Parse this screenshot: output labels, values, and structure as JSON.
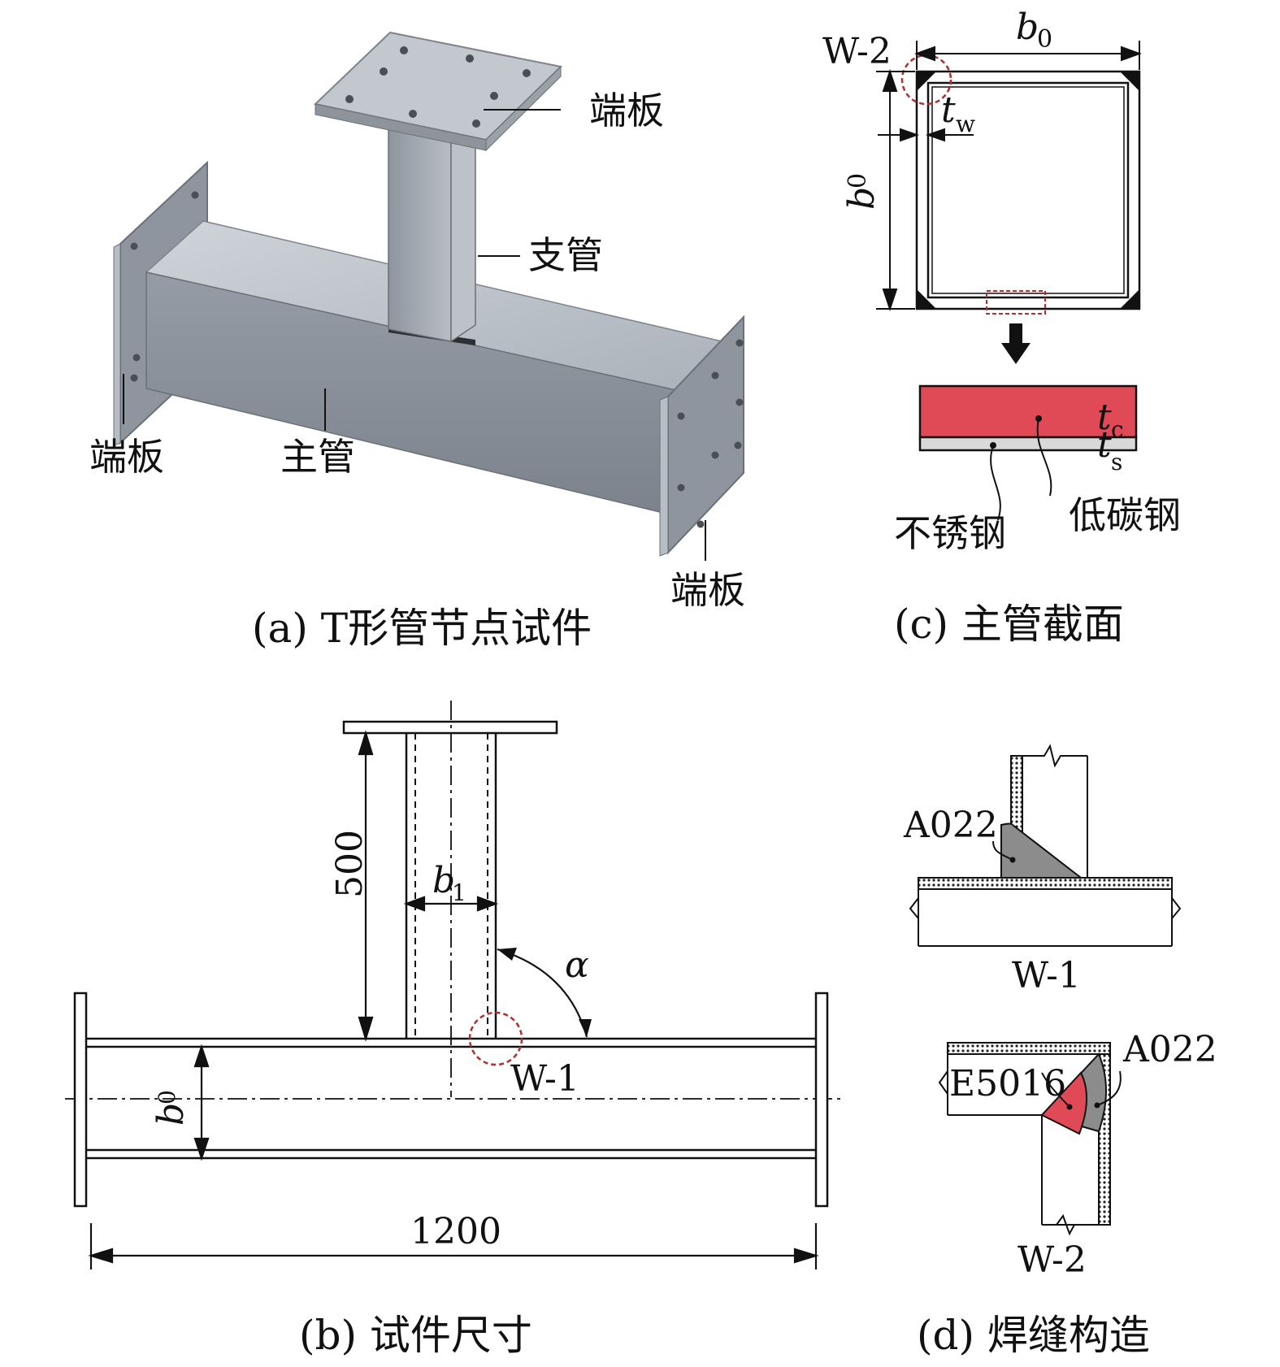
{
  "panel_a": {
    "caption": "(a) T形管节点试件",
    "label_endplate_top": "端板",
    "label_branch": "支管",
    "label_endplate_left": "端板",
    "label_chord": "主管",
    "label_endplate_right": "端板"
  },
  "panel_b": {
    "caption": "(b) 试件尺寸",
    "dim_height": "500",
    "dim_length": "1200",
    "label_b1_main": "b",
    "label_b1_sub": "1",
    "label_b0_main": "b",
    "label_b0_sub": "0",
    "label_alpha": "α",
    "label_weld": "W-1"
  },
  "panel_c": {
    "caption": "(c) 主管截面",
    "label_weld": "W-2",
    "label_b0_top_main": "b",
    "label_b0_top_sub": "0",
    "label_b0_side_main": "b",
    "label_b0_side_sub": "0",
    "label_tw_main": "t",
    "label_tw_sub": "w",
    "label_tc_main": "t",
    "label_tc_sub": "c",
    "label_ts_main": "t",
    "label_ts_sub": "s",
    "label_stainless": "不锈钢",
    "label_carbon": "低碳钢"
  },
  "panel_d": {
    "caption": "(d) 焊缝构造",
    "label_a022_top": "A022",
    "label_w1": "W-1",
    "label_e5016": "E5016",
    "label_a022_bottom": "A022",
    "label_w2": "W-2"
  },
  "colors": {
    "carbon_steel": "#e04a56",
    "stainless_steel": "#d9d9d9",
    "weld_grey": "#8c8c8c",
    "detail_circle": "#b03030"
  }
}
